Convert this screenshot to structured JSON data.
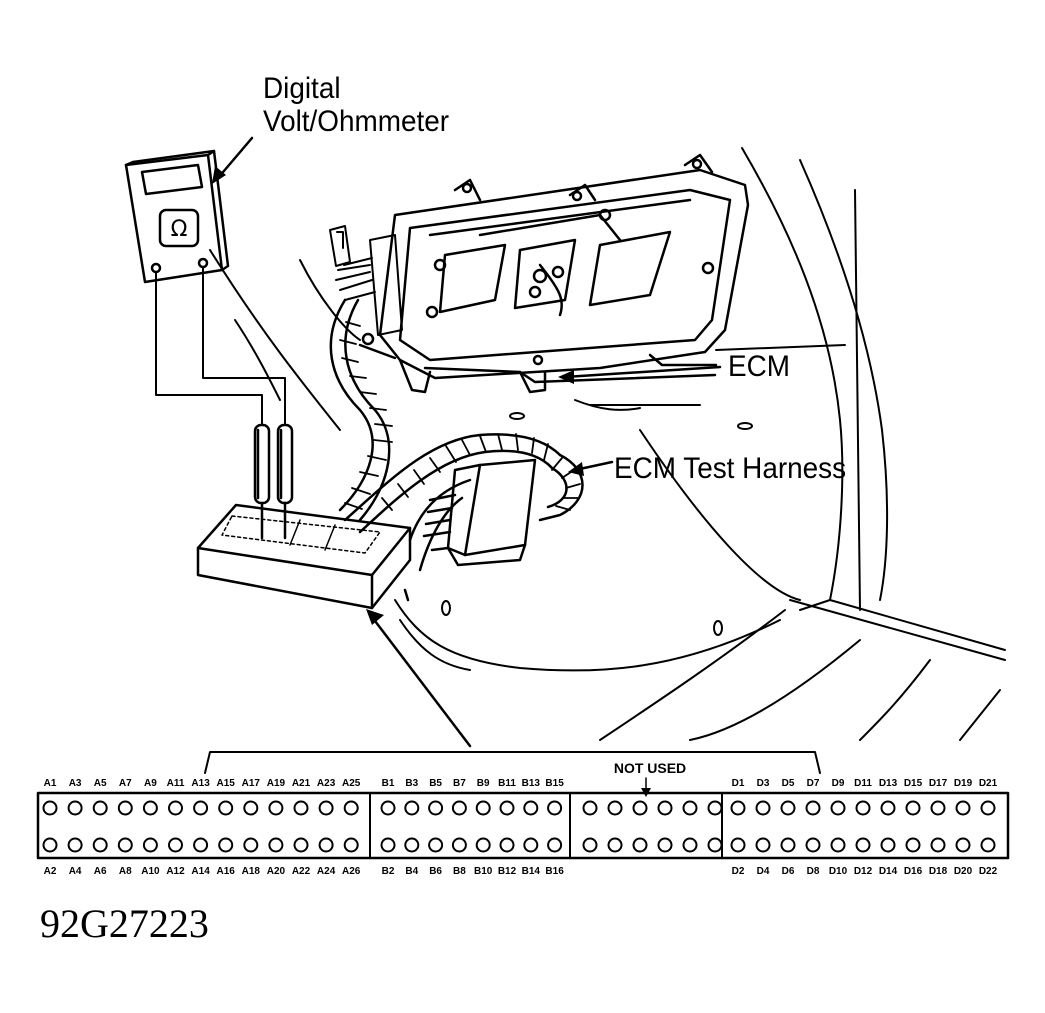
{
  "callouts": {
    "meter_line1": "Digital",
    "meter_line2": "Volt/Ohmmeter",
    "ecm": "ECM",
    "test_harness": "ECM Test Harness"
  },
  "meter_symbol": "Ω",
  "connector": {
    "not_used": "NOT USED",
    "sections": [
      {
        "id": "A",
        "cols": 13,
        "top": [
          "A1",
          "A3",
          "A5",
          "A7",
          "A9",
          "A11",
          "A13",
          "A15",
          "A17",
          "A19",
          "A21",
          "A23",
          "A25"
        ],
        "bottom": [
          "A2",
          "A4",
          "A6",
          "A8",
          "A10",
          "A12",
          "A14",
          "A16",
          "A18",
          "A20",
          "A22",
          "A24",
          "A26"
        ]
      },
      {
        "id": "B",
        "cols": 8,
        "top": [
          "B1",
          "B3",
          "B5",
          "B7",
          "B9",
          "B11",
          "B13",
          "B15"
        ],
        "bottom": [
          "B2",
          "B4",
          "B6",
          "B8",
          "B10",
          "B12",
          "B14",
          "B16"
        ]
      },
      {
        "id": "C",
        "cols": 6,
        "top": [],
        "bottom": []
      },
      {
        "id": "D",
        "cols": 11,
        "top": [
          "D1",
          "D3",
          "D5",
          "D7",
          "D9",
          "D11",
          "D13",
          "D15",
          "D17",
          "D19",
          "D21"
        ],
        "bottom": [
          "D2",
          "D4",
          "D6",
          "D8",
          "D10",
          "D12",
          "D14",
          "D16",
          "D18",
          "D20",
          "D22"
        ]
      }
    ]
  },
  "figure_id": "92G27223"
}
